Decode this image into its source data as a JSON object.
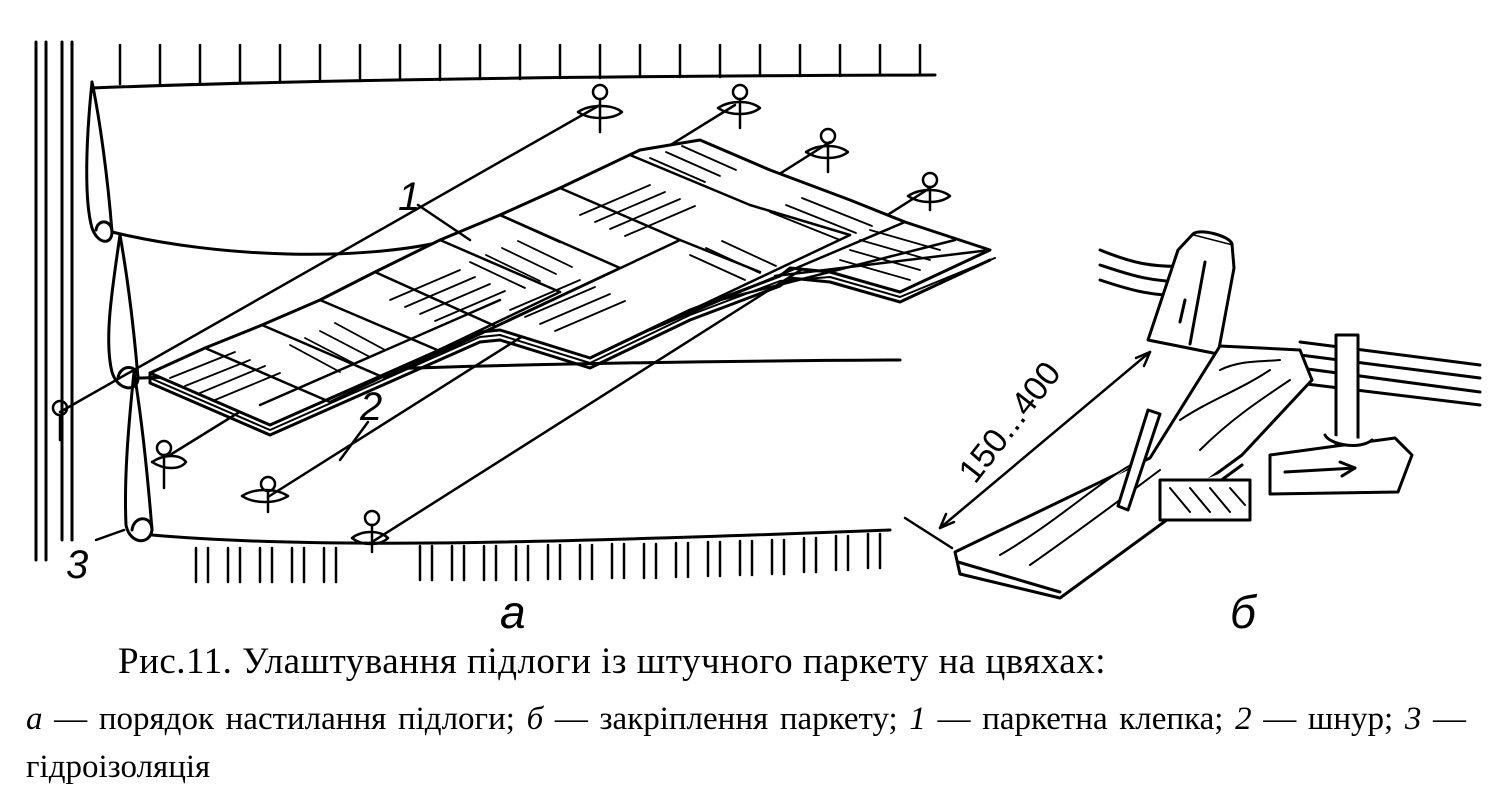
{
  "labels": {
    "parquet_strip": "1",
    "cord": "2",
    "waterproofing": "3",
    "panel_a": "а",
    "panel_b": "б",
    "dimension": "150...400"
  },
  "caption": {
    "title": "Рис.11. Улаштування підлоги із штучного паркету на цвяхах:",
    "items": [
      {
        "key": "а",
        "text": " — порядок настилання підлоги; "
      },
      {
        "key": "б",
        "text": " — закріплення паркету; "
      },
      {
        "key": "1",
        "text": " — паркетна клепка; "
      },
      {
        "key": "2",
        "text": " — шнур; "
      },
      {
        "key": "3",
        "text": " — гідроізоляція"
      }
    ]
  }
}
